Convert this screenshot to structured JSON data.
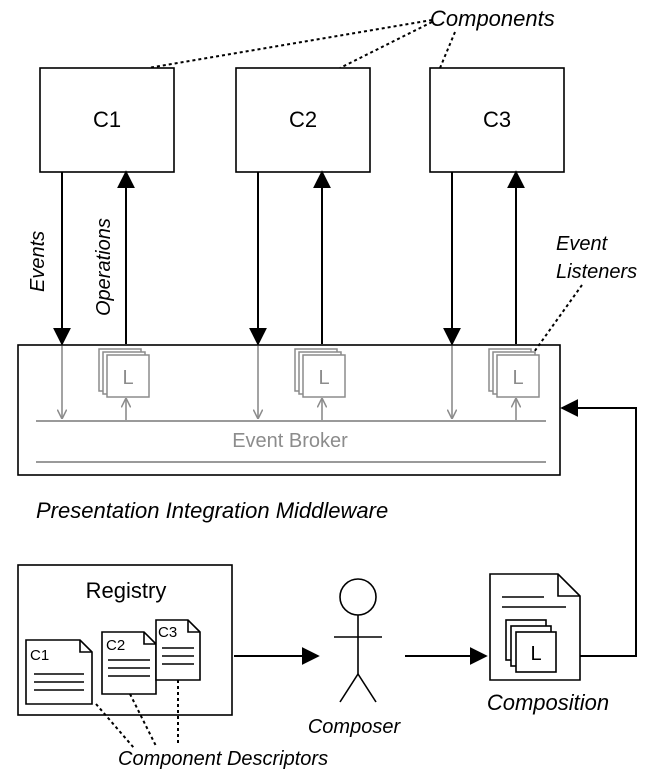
{
  "components": [
    {
      "label": "C1"
    },
    {
      "label": "C2"
    },
    {
      "label": "C3"
    }
  ],
  "labels": {
    "components": "Components",
    "events": "Events",
    "operations": "Operations",
    "event_listeners_line1": "Event",
    "event_listeners_line2": "Listeners",
    "event_broker": "Event Broker",
    "middleware": "Presentation Integration Middleware",
    "registry": "Registry",
    "composer": "Composer",
    "composition": "Composition",
    "component_descriptors": "Component Descriptors",
    "listener_letter": "L"
  },
  "descriptors": [
    {
      "label": "C1"
    },
    {
      "label": "C2"
    },
    {
      "label": "C3"
    }
  ],
  "colors": {
    "line": "#000000",
    "broker_gray": "#8c8c8c",
    "doc_fill": "#ffffff"
  }
}
